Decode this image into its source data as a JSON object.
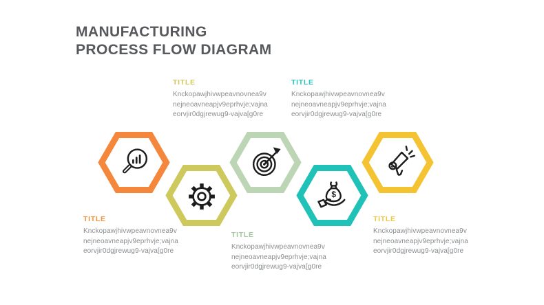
{
  "slide": {
    "title": "MANUFACTURING\nPROCESS FLOW DIAGRAM",
    "title_color": "#57585B",
    "background_color": "#FFFFFF"
  },
  "placeholder_text": "Knckopawjhivwpeavnovnea9v\nnejneoavneapjv9eprhvje;vajna\neorvjir0dgjrewug9-vajva[g0re",
  "steps": [
    {
      "order": 1,
      "icon": "analysis-search-icon",
      "color": "#F5873D",
      "title_color": "#F0913C",
      "title": "TITLE",
      "description": "Knckopawjhivwpeavnovnea9v\nnejneoavneapjv9eprhvje;vajna\neorvjir0dgjrewug9-vajva[g0re"
    },
    {
      "order": 2,
      "icon": "gear-icon",
      "color": "#CEC95C",
      "title_color": "#CFC95D",
      "title": "TITLE",
      "description": "Knckopawjhivwpeavnovnea9v\nnejneoavneapjv9eprhvje;vajna\neorvjir0dgjrewug9-vajva[g0re"
    },
    {
      "order": 3,
      "icon": "target-arrow-icon",
      "color": "#BCD5B5",
      "title_color": "#A3C89E",
      "title": "TITLE",
      "description": "Knckopawjhivwpeavnovnea9v\nnejneoavneapjv9eprhvje;vajna\neorvjir0dgjrewug9-vajva[g0re"
    },
    {
      "order": 4,
      "icon": "money-in-hand-icon",
      "color": "#20C2B8",
      "title_color": "#2BC4BA",
      "title": "TITLE",
      "description": "Knckopawjhivwpeavnovnea9v\nnejneoavneapjv9eprhvje;vajna\neorvjir0dgjrewug9-vajva[g0re"
    },
    {
      "order": 5,
      "icon": "megaphone-icon",
      "color": "#F4C331",
      "title_color": "#EFC73F",
      "title": "TITLE",
      "description": "Knckopawjhivwpeavnovnea9v\nnejneoavneapjv9eprhvje;vajna\neorvjir0dgjrewug9-vajva[g0re"
    }
  ]
}
